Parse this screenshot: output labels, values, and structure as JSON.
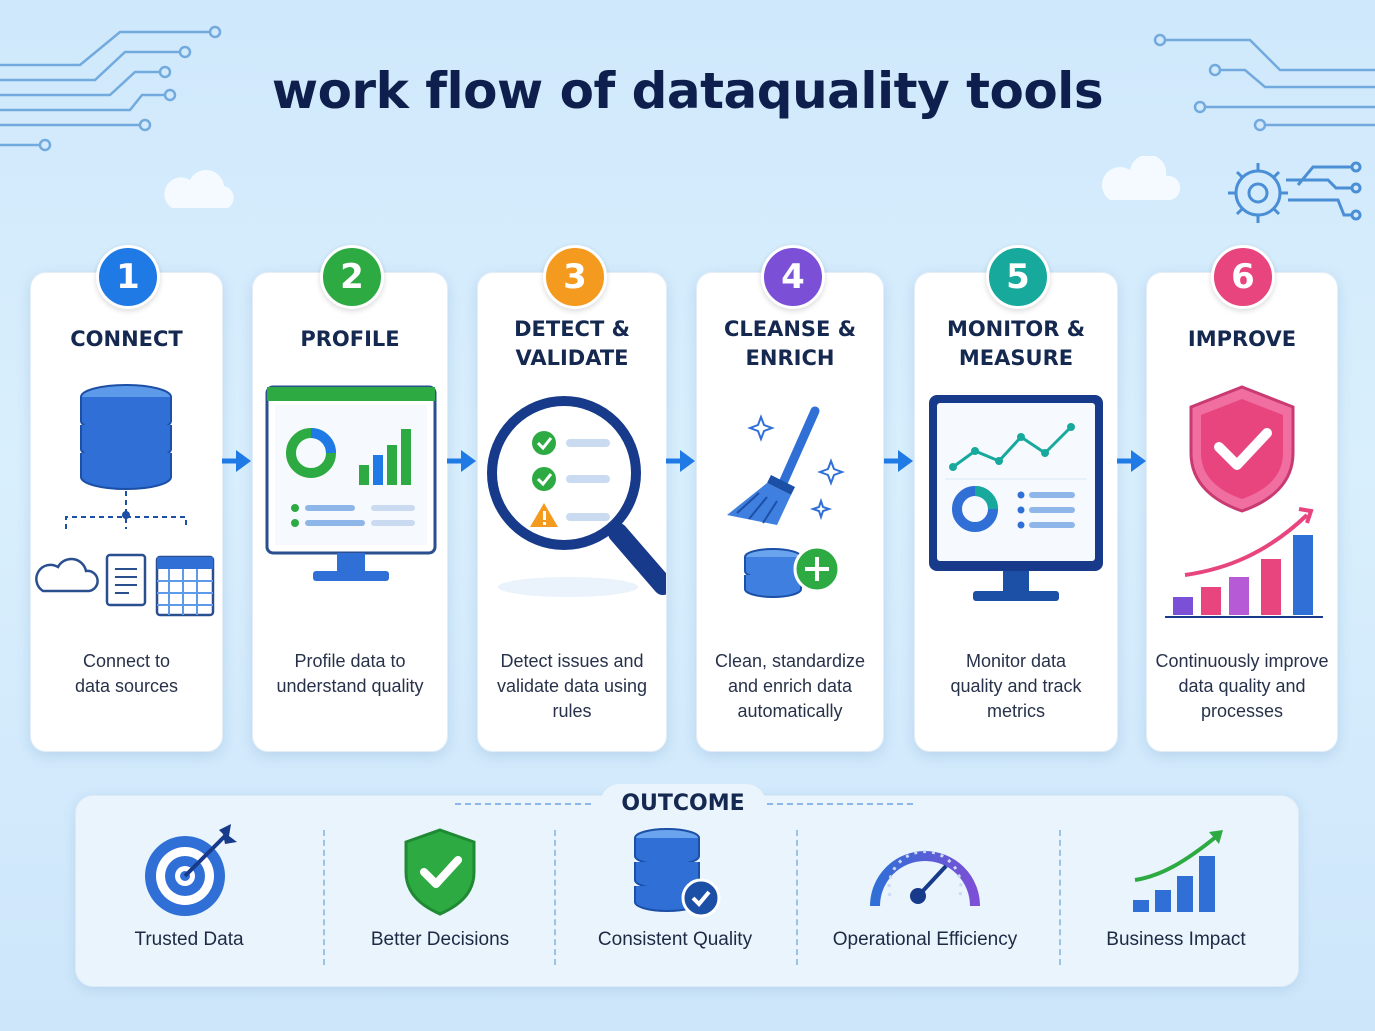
{
  "title": "work flow of dataquality tools",
  "steps": [
    {
      "number": "1",
      "title": "CONNECT",
      "description": "Connect to\ndata sources",
      "color": "#1f7ae6",
      "icon": "database-sources-icon"
    },
    {
      "number": "2",
      "title": "PROFILE",
      "description": "Profile data to\nunderstand quality",
      "color": "#2eaa43",
      "icon": "monitor-chart-icon"
    },
    {
      "number": "3",
      "title": "DETECT &\nVALIDATE",
      "description": "Detect issues and\nvalidate data using\nrules",
      "color": "#f39a1f",
      "icon": "magnifier-checklist-icon"
    },
    {
      "number": "4",
      "title": "CLEANSE &\nENRICH",
      "description": "Clean, standardize\nand enrich data\nautomatically",
      "color": "#7b4fd6",
      "icon": "broom-database-icon"
    },
    {
      "number": "5",
      "title": "MONITOR &\nMEASURE",
      "description": "Monitor data\nquality and track\nmetrics",
      "color": "#17a99c",
      "icon": "dashboard-monitor-icon"
    },
    {
      "number": "6",
      "title": "IMPROVE",
      "description": "Continuously improve\ndata quality and\nprocesses",
      "color": "#e8457f",
      "icon": "shield-growth-icon"
    }
  ],
  "outcome": {
    "title": "OUTCOME",
    "items": [
      {
        "label": "Trusted Data",
        "icon": "target-icon"
      },
      {
        "label": "Better Decisions",
        "icon": "shield-check-icon"
      },
      {
        "label": "Consistent Quality",
        "icon": "database-check-icon"
      },
      {
        "label": "Operational Efficiency",
        "icon": "gauge-icon"
      },
      {
        "label": "Business Impact",
        "icon": "growth-chart-icon"
      }
    ]
  }
}
